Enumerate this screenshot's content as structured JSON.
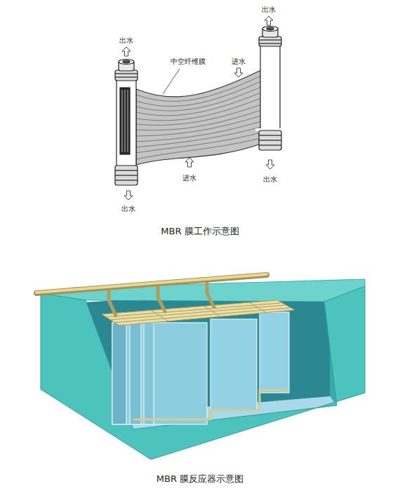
{
  "diagram": {
    "labels": [
      "出水",
      "出水",
      "中空纤维膜",
      "进水",
      "出水",
      "进水",
      "出水",
      "MBR 膜工作示意图",
      "MBR 膜反应器示意图"
    ]
  }
}
